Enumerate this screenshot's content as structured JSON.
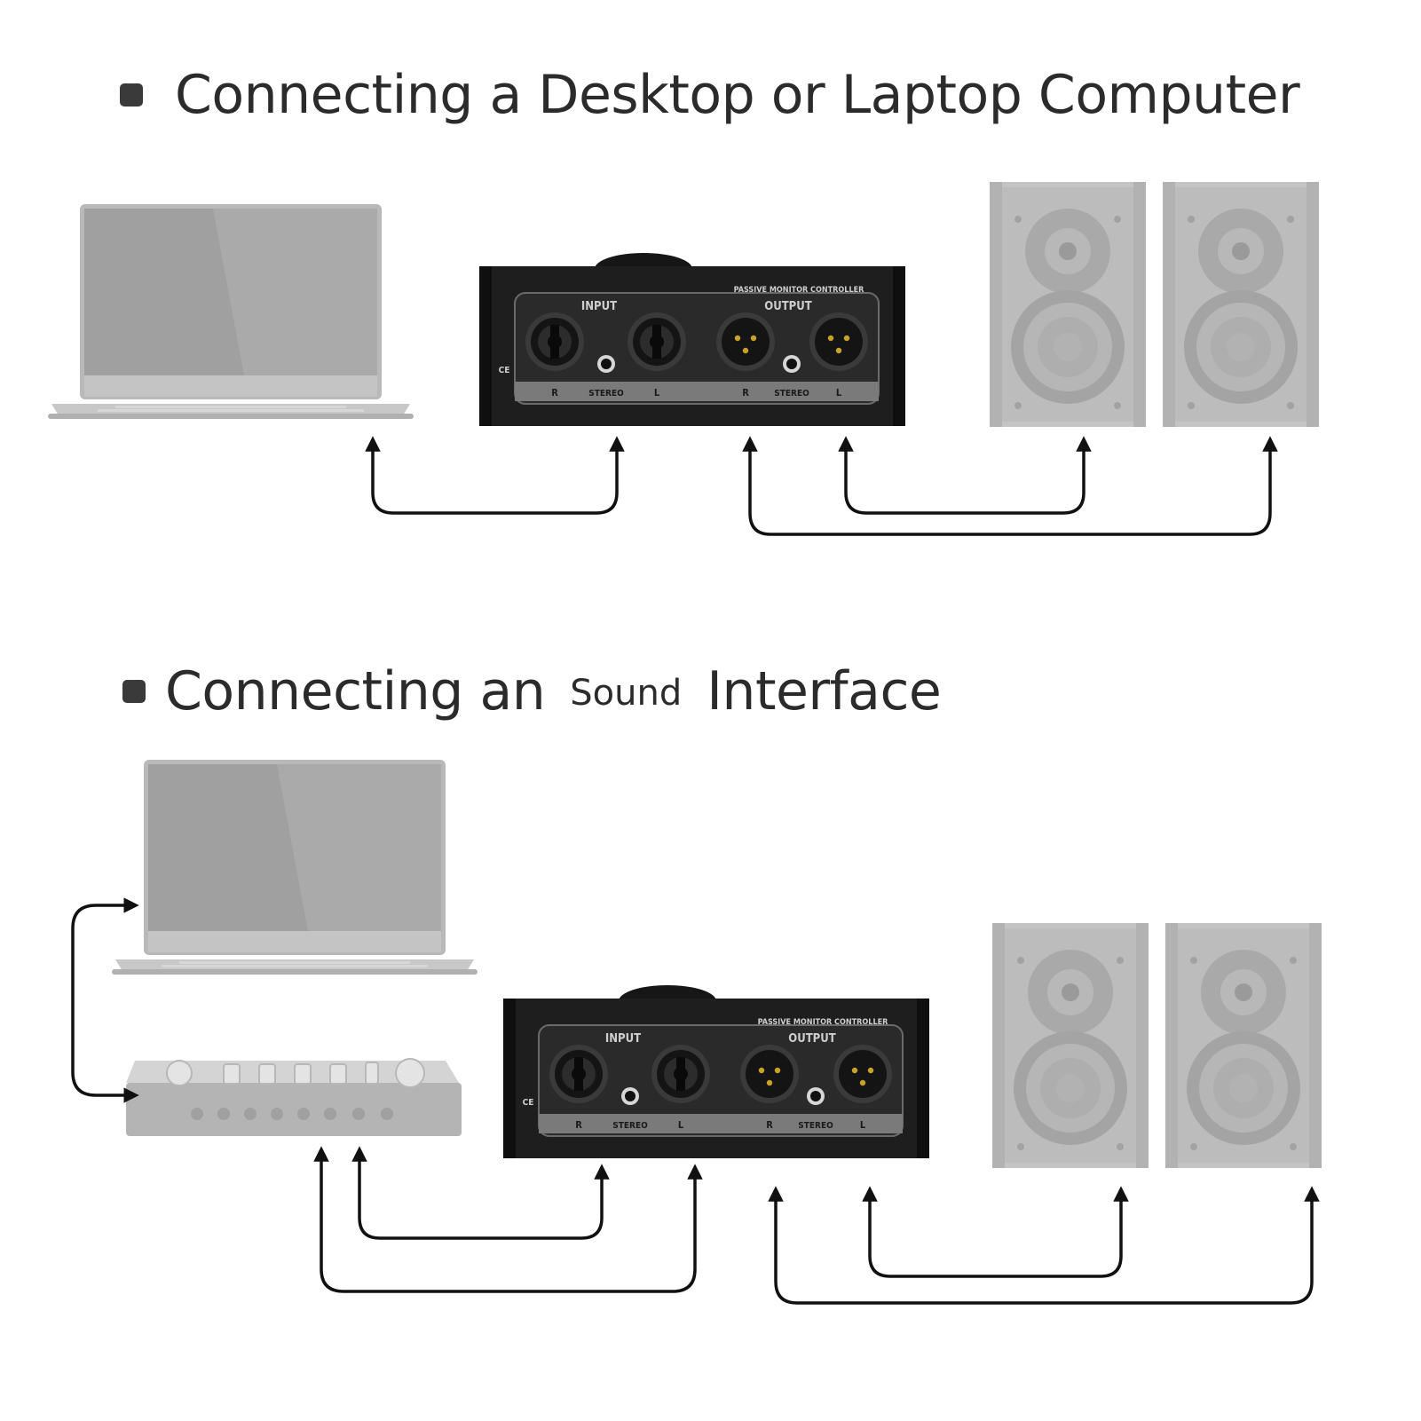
{
  "sections": [
    {
      "title": "Connecting a Desktop or Laptop Computer",
      "devices": [
        "laptop",
        "passive-monitor-controller",
        "speaker-left",
        "speaker-right"
      ]
    },
    {
      "title_parts": [
        "Connecting an",
        "Sound",
        "Interface"
      ],
      "devices": [
        "laptop",
        "sound-interface",
        "passive-monitor-controller",
        "speaker-left",
        "speaker-right"
      ]
    }
  ],
  "controller": {
    "brand_label": "PASSIVE MONITOR CONTROLLER",
    "input_label": "INPUT",
    "output_label": "OUTPUT",
    "channel_r": "R",
    "channel_stereo": "STEREO",
    "channel_l": "L",
    "ce_mark": "CE"
  },
  "colors": {
    "title_text": "#2b2b2b",
    "arrow": "#111111",
    "device_gray": "#a8a8a8",
    "controller_body": "#1e1e1e"
  }
}
